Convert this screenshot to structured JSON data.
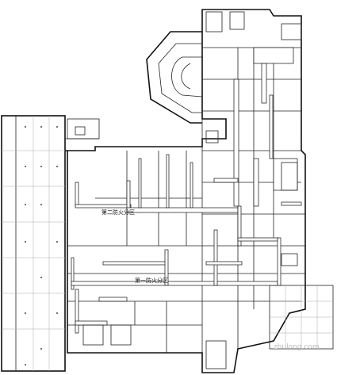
{
  "labels": {
    "zone_2": "第二防火分区",
    "zone_1": "第一防火分区"
  },
  "watermark": {
    "text": "zhulong.com"
  },
  "colors": {
    "ink": "#111111",
    "paper": "#ffffff",
    "grid": "#aaaaaa",
    "watermark": "#bbbbbb"
  }
}
